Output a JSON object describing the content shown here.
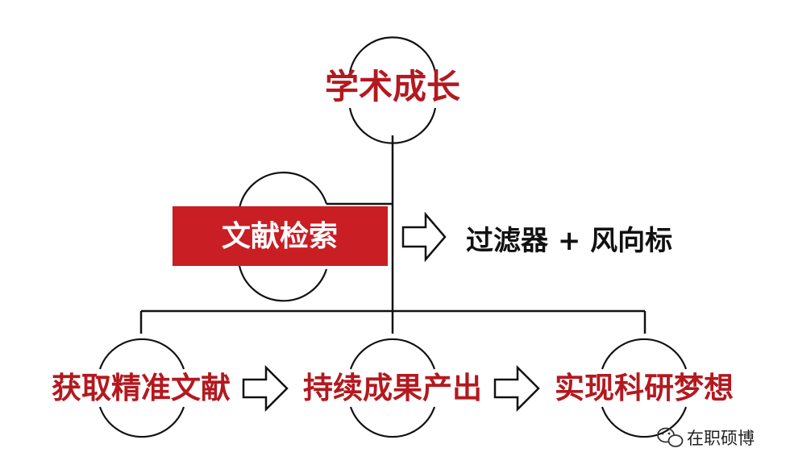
{
  "diagram": {
    "top_node": {
      "label": "学术成长"
    },
    "search_node": {
      "label": "文献检索",
      "box_color": "#c81e24"
    },
    "search_result": {
      "label": "过滤器 + 风向标"
    },
    "steps": [
      {
        "label": "获取精准文献"
      },
      {
        "label": "持续成果产出"
      },
      {
        "label": "实现科研梦想"
      }
    ],
    "colors": {
      "accent_red": "#b3191f",
      "line": "#111111"
    }
  },
  "watermark": {
    "icon": "wechat-icon",
    "text": "在职硕博"
  }
}
